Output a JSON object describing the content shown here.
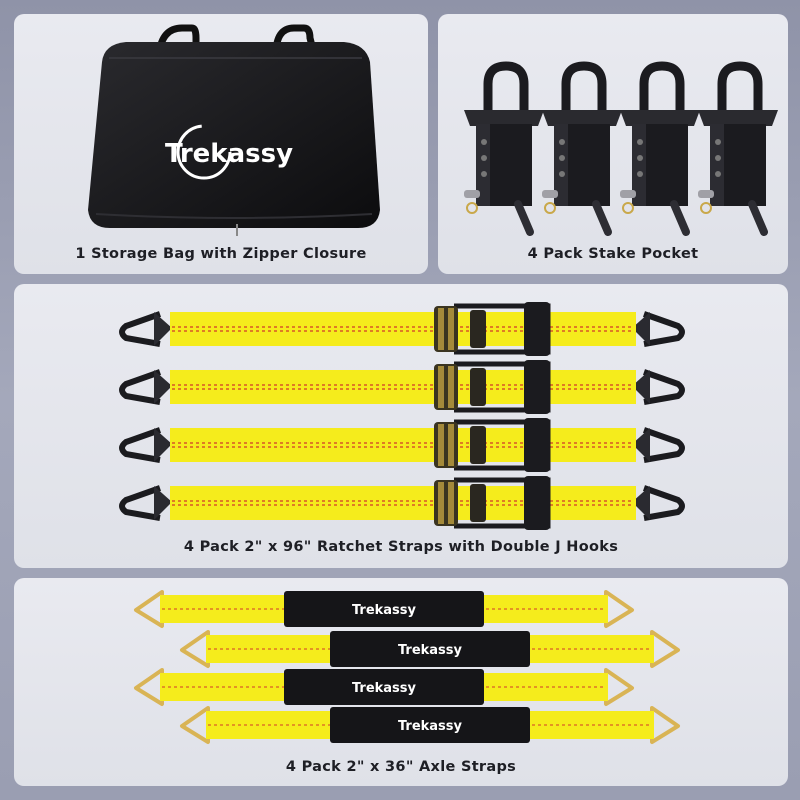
{
  "panels": {
    "bag": {
      "caption": "1 Storage Bag with Zipper Closure",
      "logo": "Trekassy"
    },
    "stake": {
      "caption": "4 Pack Stake Pocket",
      "count": 4
    },
    "ratchet": {
      "caption": "4 Pack 2\" x 96\" Ratchet Straps with Double J Hooks",
      "count": 4
    },
    "axle": {
      "caption": "4 Pack 2\" x 36\" Axle Straps",
      "count": 4,
      "sleeve_text": "Trekassy"
    }
  },
  "colors": {
    "strap_yellow": "#f5ec1c",
    "stitch_red": "#d23a2a",
    "hardware_black": "#1b1b1f",
    "panel": "#e6e7ee",
    "background": "#9a9eb2",
    "ring_gold": "#d9b455"
  }
}
